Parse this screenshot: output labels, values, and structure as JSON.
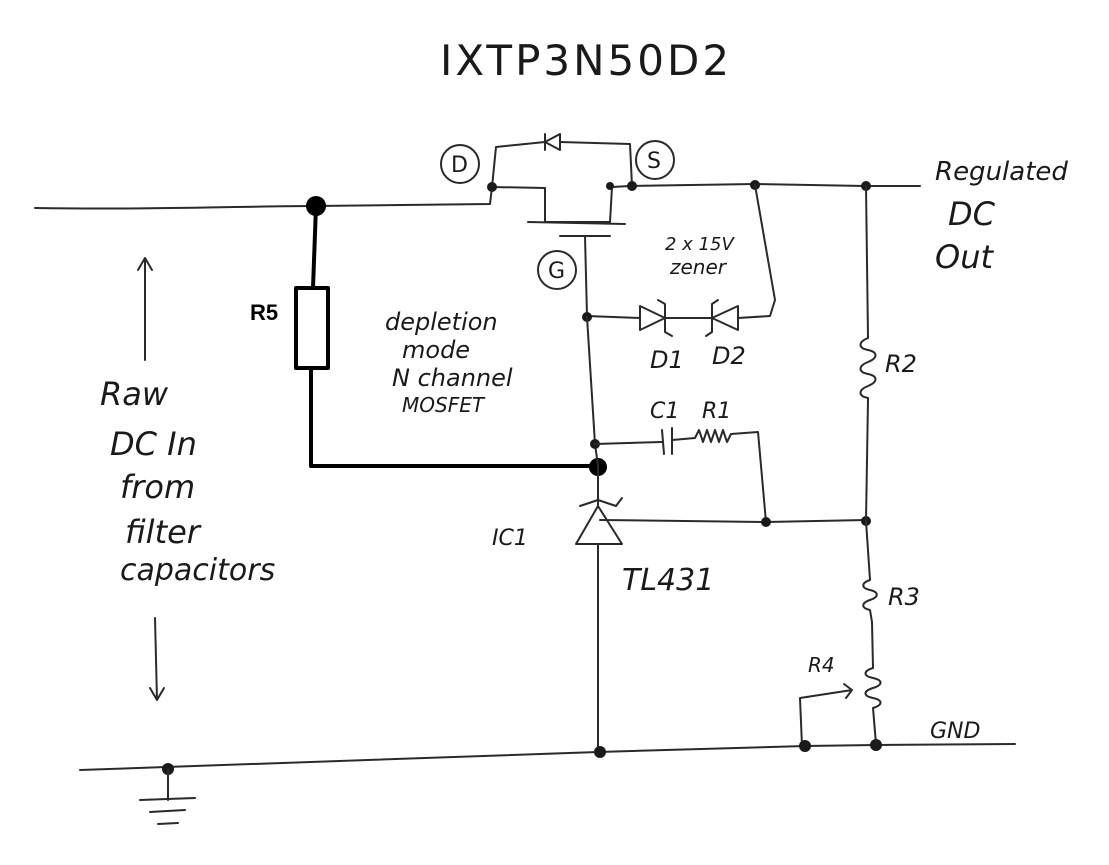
{
  "title": "IXTP3N50D2",
  "terminals": {
    "drain": "D",
    "source": "S",
    "gate": "G"
  },
  "labels": {
    "output": [
      "Regulated",
      "DC",
      "Out"
    ],
    "input": [
      "Raw",
      "DC In",
      "from",
      "filter",
      "capacitors"
    ],
    "mosfet": [
      "depletion",
      "mode",
      "N channel",
      "MOSFET"
    ],
    "zener": [
      "2 x 15V",
      "zener"
    ],
    "r5": "R5",
    "d1": "D1",
    "d2": "D2",
    "c1": "C1",
    "r1": "R1",
    "r2": "R2",
    "r3": "R3",
    "r4": "R4",
    "ic1": "IC1",
    "tl431": "TL431",
    "gnd": "GND"
  }
}
